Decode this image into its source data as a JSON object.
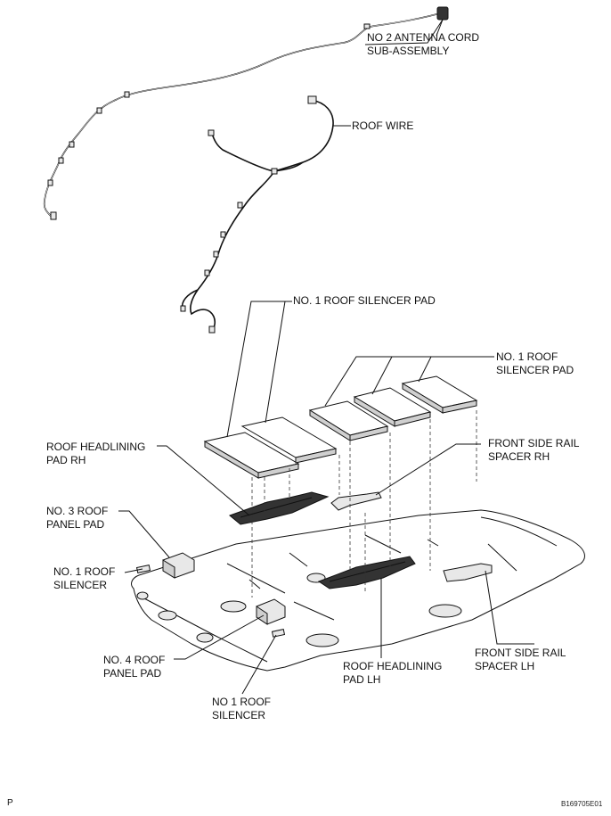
{
  "labels": {
    "antenna_cord_1": "NO  2 ANTENNA CORD",
    "antenna_cord_2": "SUB-ASSEMBLY",
    "roof_wire": "ROOF WIRE",
    "silencer_pad_top": "NO. 1 ROOF SILENCER PAD",
    "silencer_pad_right_1": "NO. 1 ROOF",
    "silencer_pad_right_2": "SILENCER PAD",
    "headlining_rh_1": "ROOF HEADLINING",
    "headlining_rh_2": "PAD RH",
    "front_rail_rh_1": "FRONT SIDE RAIL",
    "front_rail_rh_2": "SPACER RH",
    "panel_pad_3_1": "NO. 3 ROOF",
    "panel_pad_3_2": "PANEL PAD",
    "silencer_left_1": "NO. 1 ROOF",
    "silencer_left_2": "SILENCER",
    "panel_pad_4_1": "NO. 4 ROOF",
    "panel_pad_4_2": "PANEL PAD",
    "silencer_bottom_1": "NO  1 ROOF",
    "silencer_bottom_2": "SILENCER",
    "headlining_lh_1": "ROOF HEADLINING",
    "headlining_lh_2": "PAD LH",
    "front_rail_lh_1": "FRONT SIDE RAIL",
    "front_rail_lh_2": "SPACER LH"
  },
  "footer": {
    "left_mark": "P",
    "figure_code": "B169705E01"
  }
}
